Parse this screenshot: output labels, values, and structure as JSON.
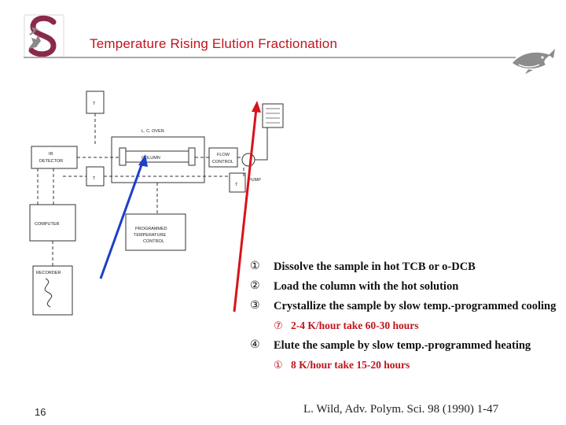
{
  "title": "Temperature Rising Elution Fractionation",
  "page_number": "16",
  "citation": "L. Wild, Adv. Polym. Sci. 98 (1990) 1-47",
  "colors": {
    "title": "#c0141c",
    "sub_items": "#c0141c",
    "blue_arrow": "#1d3fc9",
    "red_arrow": "#d9121b"
  },
  "diagram": {
    "oven_label": "L. C. OVEN",
    "column_label": "COLUMN",
    "ir_detector": [
      "IR",
      "DETECTOR"
    ],
    "flow_control": [
      "FLOW",
      "CONTROL"
    ],
    "pump": "PUMP",
    "computer": "COMPUTER",
    "programmed_control": [
      "PROGRAMMED",
      "TEMPERATURE",
      "CONTROL"
    ],
    "recorder": "RECORDER",
    "t_top": "T",
    "t_left": "T",
    "t_right": "T"
  },
  "steps": [
    {
      "num": "①",
      "text": "Dissolve the sample in hot TCB or o-DCB"
    },
    {
      "num": "②",
      "text": "Load the column with the hot solution"
    },
    {
      "num": "③",
      "text": "Crystallize the sample by slow temp.-programmed cooling"
    },
    {
      "num": "⑦",
      "text": "2-4 K/hour take 60-30 hours",
      "sub": true
    },
    {
      "num": "④",
      "text": "Elute the sample by slow temp.-programmed heating"
    },
    {
      "num": "①",
      "text": "8 K/hour take 15-20 hours",
      "sub": true
    }
  ]
}
